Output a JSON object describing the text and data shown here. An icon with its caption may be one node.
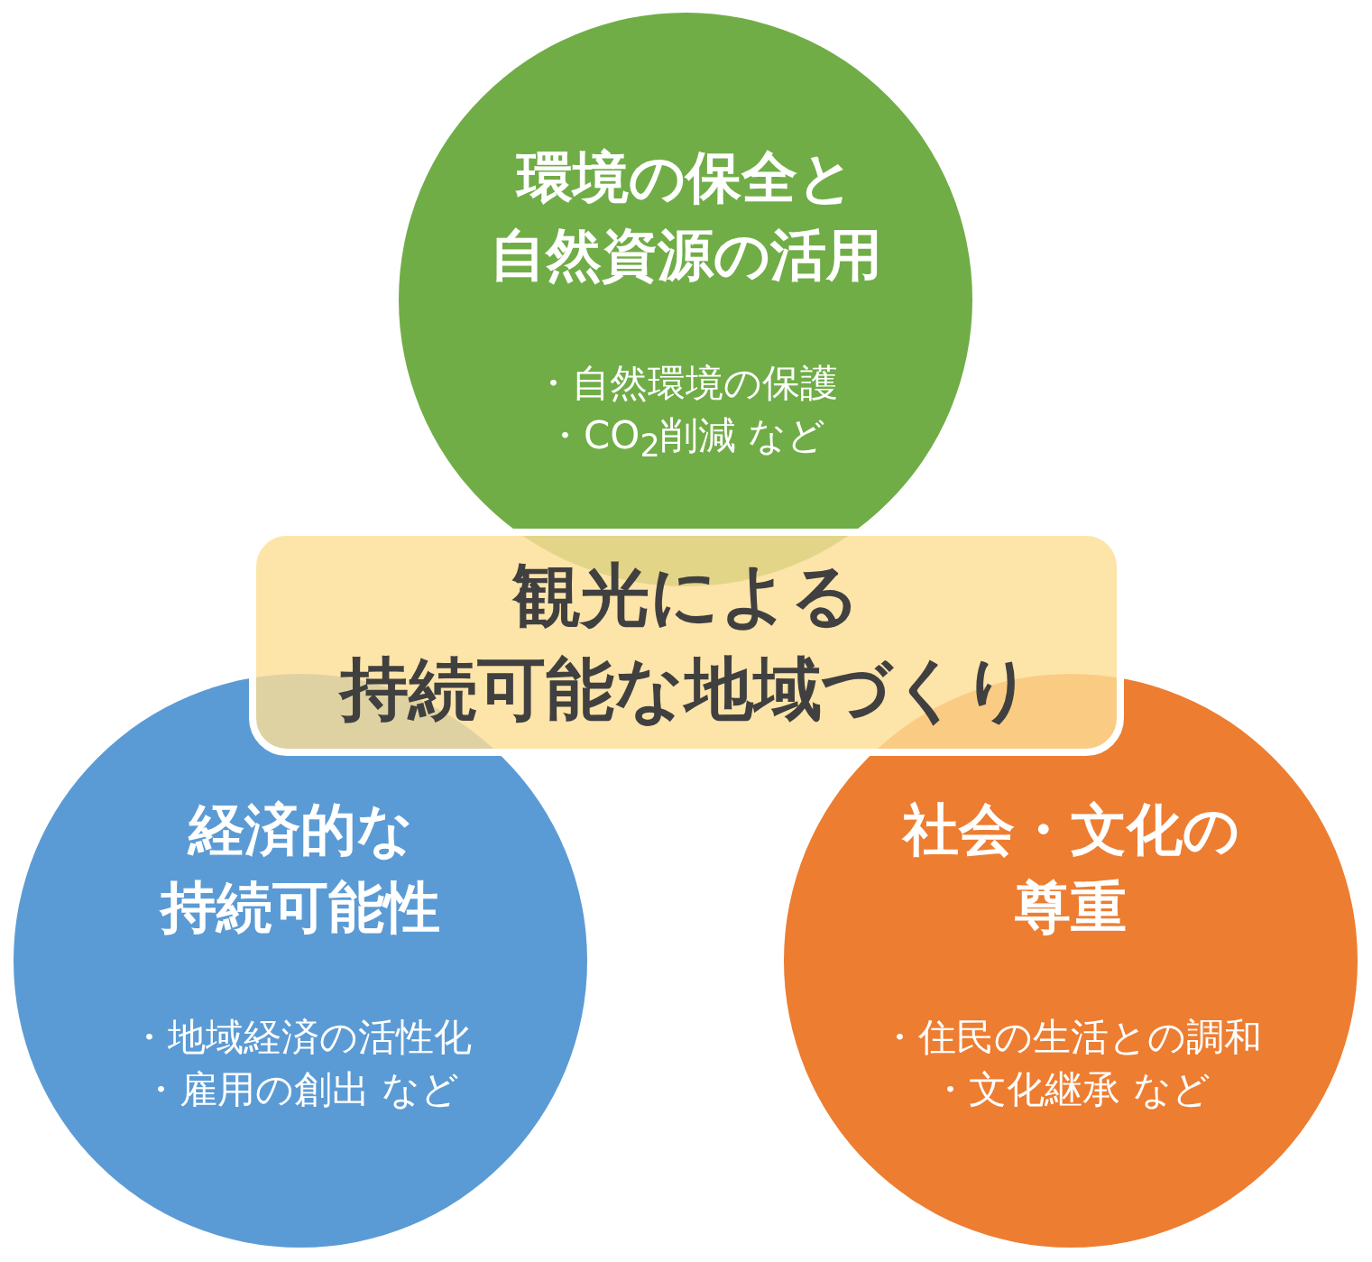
{
  "diagram": {
    "nodes": [
      {
        "text": [
          "環境の保全と自然資源の活用",
          "・自然環境の保護",
          "・CO$_{2}$削減 など"
        ]
      },
      {
        "text": [
          "観光による持続可能な地域づくり"
        ]
      },
      {
        "text": [
          "経済的な持続可能性",
          "・地域経済の活性化",
          "・雇用の創出 など"
        ]
      },
      {
        "text": [
          "社会・文化の尊重",
          "・住民の生活との調和",
          "・文化継承 など"
        ]
      }
    ]
  }
}
